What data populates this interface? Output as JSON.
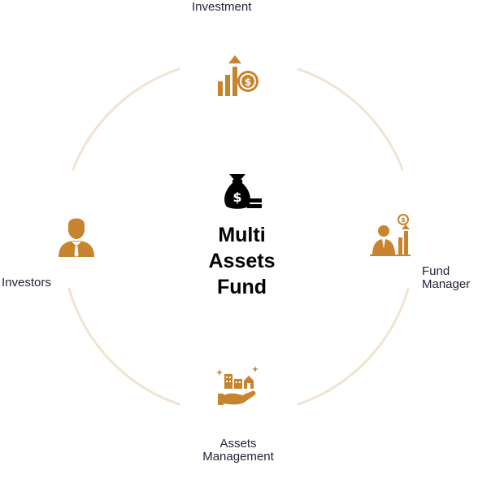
{
  "center": {
    "title_lines": [
      "Multi",
      "Assets",
      "Fund"
    ],
    "icon": "money-bag-icon"
  },
  "nodes": {
    "top": {
      "lines": [
        "Investment"
      ],
      "icon": "growth-coin-icon"
    },
    "right": {
      "lines": [
        "Fund",
        "Manager"
      ],
      "icon": "fund-manager-icon"
    },
    "bottom": {
      "lines": [
        "Assets",
        "Management"
      ],
      "icon": "assets-hand-icon"
    },
    "left": {
      "lines": [
        "Investors"
      ],
      "icon": "investor-person-icon"
    }
  },
  "colors": {
    "accent": "#c8832f",
    "ring": "#f2e3d1",
    "label": "#1f2238",
    "title": "#000000"
  }
}
